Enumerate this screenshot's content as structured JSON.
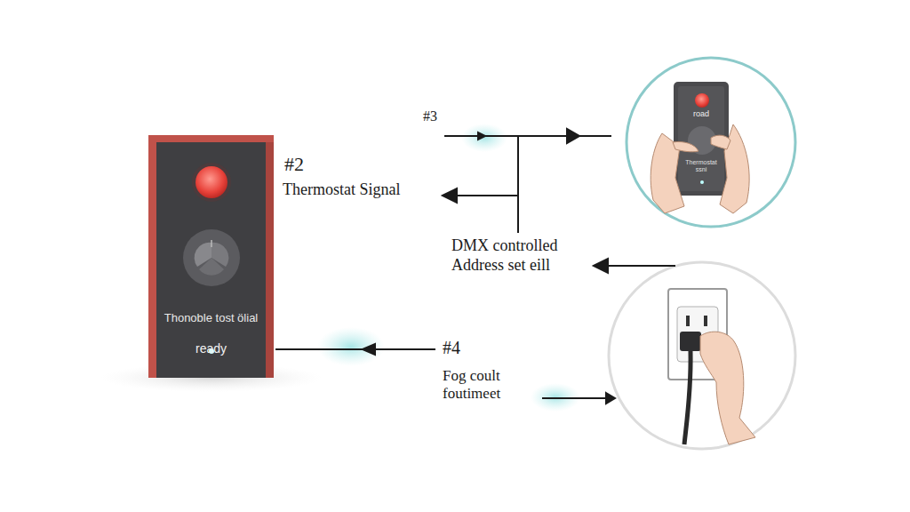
{
  "diagram": {
    "nodes": [
      {
        "text": [
          "ready",
          "Thonoble tost ölial"
        ]
      },
      {
        "text": [
          "road",
          "Thermostat ssni"
        ]
      }
    ],
    "labels": [
      "#3",
      "#2",
      "Thermostat Signal",
      "DMX controlled Address set eill",
      "#4",
      "Fog coult foutimeet"
    ]
  }
}
